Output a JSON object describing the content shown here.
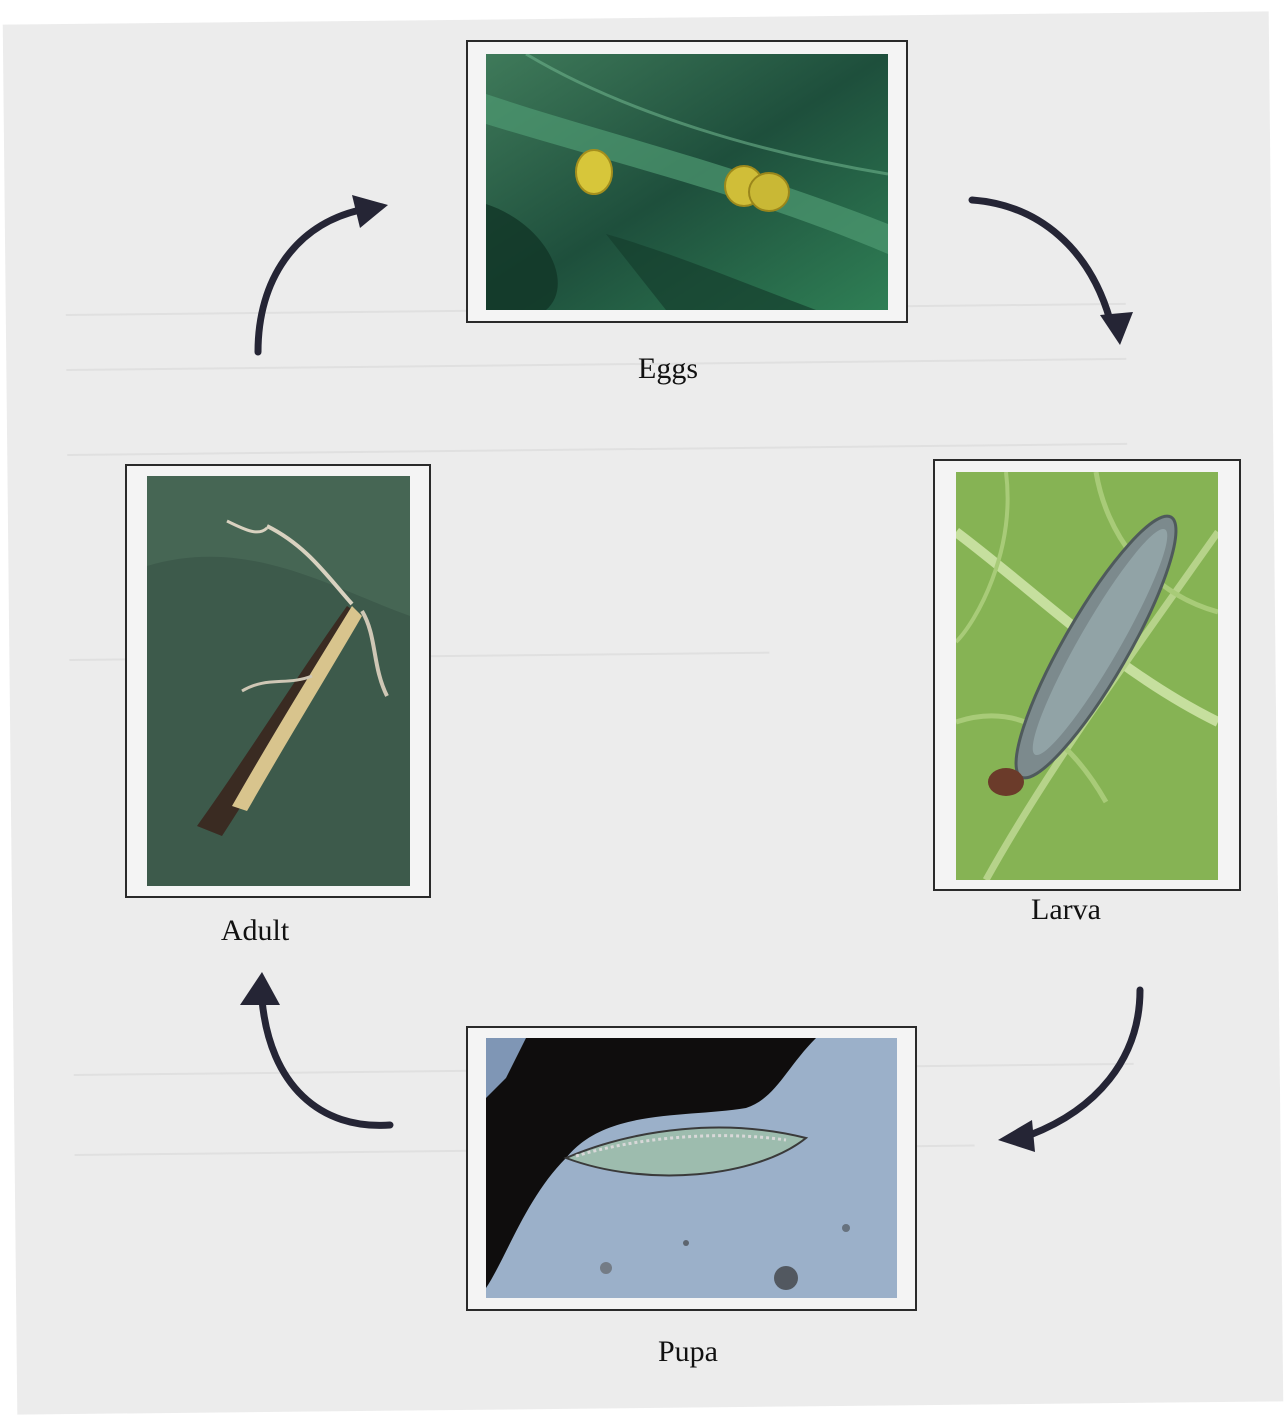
{
  "diagram": {
    "stages": [
      {
        "id": "eggs",
        "label": "Eggs"
      },
      {
        "id": "larva",
        "label": "Larva"
      },
      {
        "id": "pupa",
        "label": "Pupa"
      },
      {
        "id": "adult",
        "label": "Adult"
      }
    ],
    "cycle_order": [
      "Eggs",
      "Larva",
      "Pupa",
      "Adult"
    ],
    "colors": {
      "paper": "#ececec",
      "frame": "#2a2a2a",
      "arrow": "#252535",
      "leaf_dark": "#1f4a3a",
      "leaf_light": "#9fc46a",
      "pupa_stone": "#8fa6c2"
    }
  }
}
